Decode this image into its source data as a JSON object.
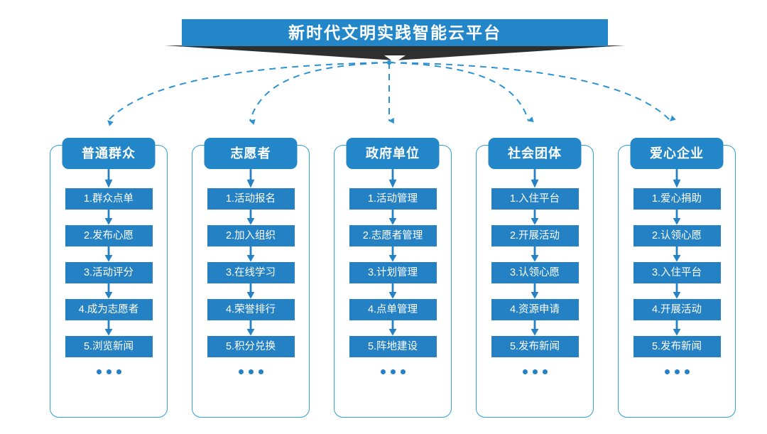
{
  "header": {
    "title": "新时代文明实践智能云平台",
    "banner_color": "#2286c8",
    "ribbon_color": "#2f2f2f"
  },
  "theme": {
    "primary_blue": "#2286c8",
    "item_blue": "#2481c4",
    "border_blue": "#2f9fd8",
    "dashed_blue": "#2b92d4",
    "text_white": "#ffffff",
    "background": "#ffffff"
  },
  "ellipsis_label": "•••",
  "columns": [
    {
      "title": "普通群众",
      "items": [
        "1.群众点单",
        "2.发布心愿",
        "3.活动评分",
        "4.成为志愿者",
        "5.浏览新闻"
      ]
    },
    {
      "title": "志愿者",
      "items": [
        "1.活动报名",
        "2.加入组织",
        "3.在线学习",
        "4.荣誉排行",
        "5.积分兑换"
      ]
    },
    {
      "title": "政府单位",
      "items": [
        "1.活动管理",
        "2.志愿者管理",
        "3.计划管理",
        "4.点单管理",
        "5.阵地建设"
      ]
    },
    {
      "title": "社会团体",
      "items": [
        "1.入住平台",
        "2.开展活动",
        "3.认领心愿",
        "4.资源申请",
        "5.发布新闻"
      ]
    },
    {
      "title": "爱心企业",
      "items": [
        "1.爱心捐助",
        "2.认领心愿",
        "3.入住平台",
        "4.开展活动",
        "5.发布新闻"
      ]
    }
  ]
}
